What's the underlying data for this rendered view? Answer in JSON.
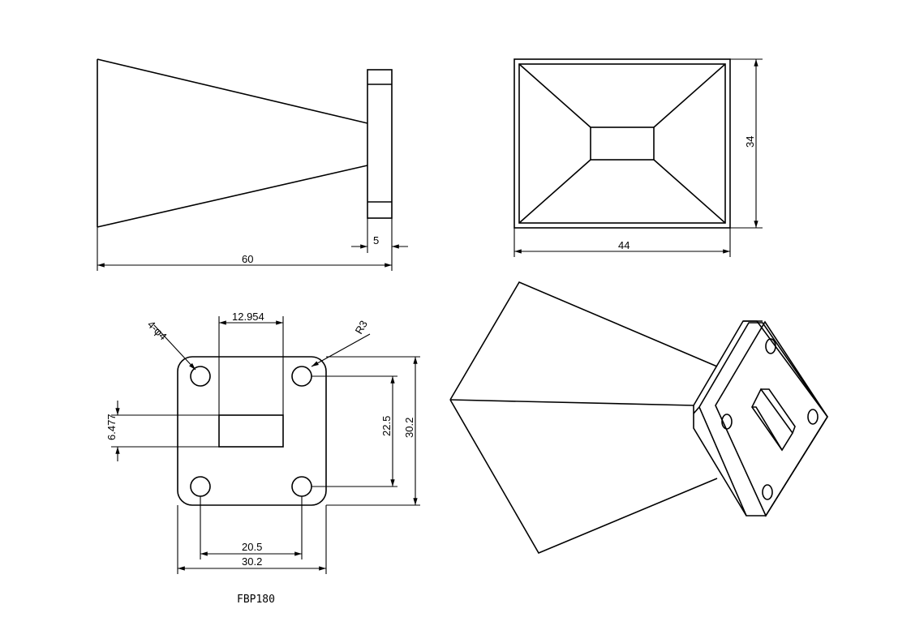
{
  "drawing": {
    "part_number": "FBP180",
    "side_view": {
      "overall_length": "60",
      "flange_thickness": "5"
    },
    "front_view": {
      "width": "44",
      "height": "34"
    },
    "flange_view": {
      "waveguide_width": "12.954",
      "waveguide_height": "6.477",
      "hole_callout": "4-φ4",
      "corner_radius": "R3",
      "hole_spacing_vertical": "22.5",
      "flange_height": "30.2",
      "hole_spacing_horizontal": "20.5",
      "flange_width": "30.2"
    }
  }
}
